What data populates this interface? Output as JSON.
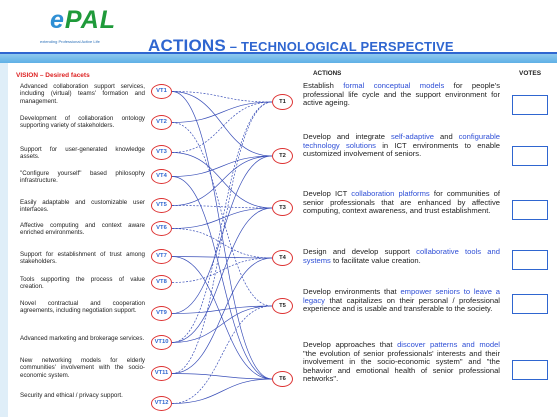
{
  "logo": {
    "name_e": "e",
    "name_rest": "PAL",
    "tagline": "extending Professional Active Life"
  },
  "title": {
    "main": "ACTIONS",
    "dash": " – ",
    "rest": "TECHNOLOGICAL PERSPECTIVE"
  },
  "vision": {
    "heading": "VISION – Desired facets",
    "items": [
      {
        "id": "VT1",
        "text": "Advanced collaboration support services, including (virtual) teams' formation and management."
      },
      {
        "id": "VT2",
        "text": "Development of collaboration ontology supporting variety of stakeholders."
      },
      {
        "id": "VT3",
        "text": "Support for user-generated knowledge assets."
      },
      {
        "id": "VT4",
        "text": "\"Configure yourself\" based philosophy infrastructure."
      },
      {
        "id": "VT5",
        "text": "Easily adaptable and customizable user interfaces."
      },
      {
        "id": "VT6",
        "text": "Affective computing and context aware enriched environments."
      },
      {
        "id": "VT7",
        "text": "Support for establishment of trust among stakeholders."
      },
      {
        "id": "VT8",
        "text": "Tools supporting the process of value creation."
      },
      {
        "id": "VT9",
        "text": "Novel contractual and cooperation agreements, including negotiation support."
      },
      {
        "id": "VT10",
        "text": "Advanced marketing and brokerage services."
      },
      {
        "id": "VT11",
        "text": "New networking models for elderly communities' involvement with the socio-economic system."
      },
      {
        "id": "VT12",
        "text": "Security and ethical / privacy support."
      }
    ]
  },
  "targets": [
    "T1",
    "T2",
    "T3",
    "T4",
    "T5",
    "T6"
  ],
  "actions": {
    "heading": "ACTIONS",
    "votes_heading": "VOTES",
    "items": [
      {
        "pre": "Establish ",
        "hl": "formal conceptual models",
        "post": " for people's professional life cycle and the support environment for active ageing."
      },
      {
        "pre": "Develop and integrate ",
        "hl": "self-adaptive",
        "mid": " and ",
        "hl2": "configurable technology solutions",
        "post": " in ICT environments to enable customized involvement of seniors."
      },
      {
        "pre": "Develop ICT ",
        "hl": "collaboration platforms",
        "post": " for communities of senior professionals that are enhanced by affective computing, context awareness, and trust establishment."
      },
      {
        "pre": "Design and develop support ",
        "hl": "collaborative tools and systems",
        "post": " to facilitate value creation."
      },
      {
        "pre": "Develop environments that ",
        "hl": "empower seniors to leave a legacy",
        "post": " that capitalizes on their personal / professional experience and is usable and transferable to the society."
      },
      {
        "pre": "Develop approaches that ",
        "hl": "discover patterns and model",
        "post": " \"the evolution of senior professionals' interests and their involvement in the socio-economic system\" and \"the behavior and emotional health of senior professional networks\"."
      }
    ]
  },
  "colors": {
    "title_blue": "#2f66d0",
    "logo_green": "#1f9a3a",
    "vision_red": "#d22222",
    "highlight_blue": "#2f4fd6",
    "line_blue": "#3a4fb8"
  },
  "links": [
    [
      "VT1",
      "T1"
    ],
    [
      "VT1",
      "T2"
    ],
    [
      "VT2",
      "T1"
    ],
    [
      "VT3",
      "T1"
    ],
    [
      "VT3",
      "T3"
    ],
    [
      "VT4",
      "T2"
    ],
    [
      "VT5",
      "T3"
    ],
    [
      "VT5",
      "T2"
    ],
    [
      "VT6",
      "T3"
    ],
    [
      "VT6",
      "T4"
    ],
    [
      "VT7",
      "T4"
    ],
    [
      "VT7",
      "T6"
    ],
    [
      "VT8",
      "T4"
    ],
    [
      "VT9",
      "T2"
    ],
    [
      "VT9",
      "T5"
    ],
    [
      "VT10",
      "T1"
    ],
    [
      "VT10",
      "T3"
    ],
    [
      "VT10",
      "T5"
    ],
    [
      "VT11",
      "T1"
    ],
    [
      "VT11",
      "T4"
    ],
    [
      "VT11",
      "T6"
    ],
    [
      "VT12",
      "T5"
    ],
    [
      "VT12",
      "T6"
    ],
    [
      "VT1",
      "T6"
    ],
    [
      "VT2",
      "T5"
    ],
    [
      "VT4",
      "T6"
    ]
  ]
}
